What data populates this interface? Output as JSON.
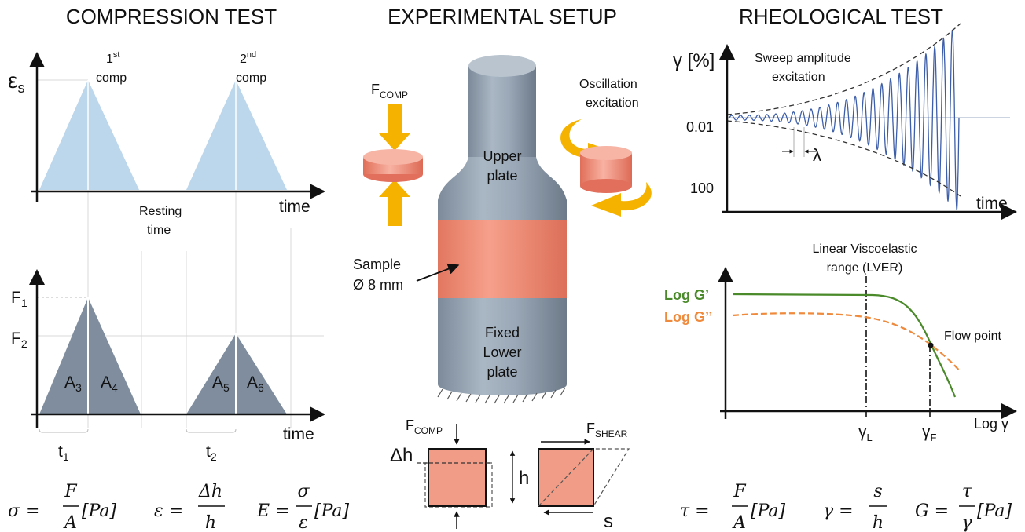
{
  "colors": {
    "strain_fill": "#bcd6ec",
    "force_fill": "#7f8d9f",
    "sample": "#f08a74",
    "cylinder": "#95a3b3",
    "arrow": "#f5b300",
    "gprime": "#4a8a2a",
    "gdouble": "#ef8a3c",
    "wave": "#3d5ea8"
  },
  "compression": {
    "title": "COMPRESSION TEST",
    "strain_label": "ε",
    "strain_sub": "s",
    "first_comp_sup": "1",
    "first_comp_sup2": "st",
    "first_comp": "comp",
    "second_comp_sup": "2",
    "second_comp_sup2": "nd",
    "second_comp": "comp",
    "time_label": "time",
    "resting": "Resting",
    "resting2": "time",
    "f1": "F",
    "f1_sub": "1",
    "f2": "F",
    "f2_sub": "2",
    "areas": [
      {
        "main": "A",
        "sub": "3"
      },
      {
        "main": "A",
        "sub": "4"
      },
      {
        "main": "A",
        "sub": "5"
      },
      {
        "main": "A",
        "sub": "6"
      }
    ],
    "t1": "t",
    "t1_sub": "1",
    "t2": "t",
    "t2_sub": "2",
    "time_label_bottom": "time",
    "eq_sigma": {
      "lhs": "σ = ",
      "num": "F",
      "den": "A",
      "unit": "[Pa]"
    },
    "eq_eps": {
      "lhs": "ε = ",
      "num": "Δh",
      "den": "h"
    },
    "eq_E": {
      "lhs": "E = ",
      "num": "σ",
      "den": "ε",
      "unit": "[Pa]"
    }
  },
  "setup": {
    "title": "EXPERIMENTAL SETUP",
    "fcomp": "F",
    "fcomp_sub": "COMP",
    "oscillation": "Oscillation",
    "excitation": "excitation",
    "upper": "Upper",
    "plate": "plate",
    "sample": "Sample",
    "sample_dim": "Ø 8 mm",
    "fixed": "Fixed",
    "lower": "Lower",
    "lower_plate": "plate",
    "fcomp2": "F",
    "fcomp2_sub": "COMP",
    "dh": "Δh",
    "h": "h",
    "fshear": "F",
    "fshear_sub": "SHEAR",
    "s": "s"
  },
  "rheo": {
    "title": "RHEOLOGICAL TEST",
    "gamma_axis": "γ [%]",
    "sweep": "Sweep amplitude",
    "sweep2": "excitation",
    "tick_top": "0.01",
    "tick_bottom": "100",
    "lambda": "λ",
    "time_label": "time",
    "lver": "Linear Viscoelastic",
    "lver2": "range (LVER)",
    "log_gp": "Log G’",
    "log_gpp": "Log G’’",
    "flow_point": "Flow point",
    "gamma_l": "γ",
    "gamma_l_sub": "L",
    "gamma_f": "γ",
    "gamma_f_sub": "F",
    "log_gamma": "Log γ",
    "eq_tau": {
      "lhs": "τ = ",
      "num": "F",
      "den": "A",
      "unit": "[Pa]"
    },
    "eq_gamma": {
      "lhs": "γ = ",
      "num": "s",
      "den": "h"
    },
    "eq_G": {
      "lhs": "G = ",
      "num": "τ",
      "den": "γ",
      "unit": "[Pa]"
    }
  }
}
